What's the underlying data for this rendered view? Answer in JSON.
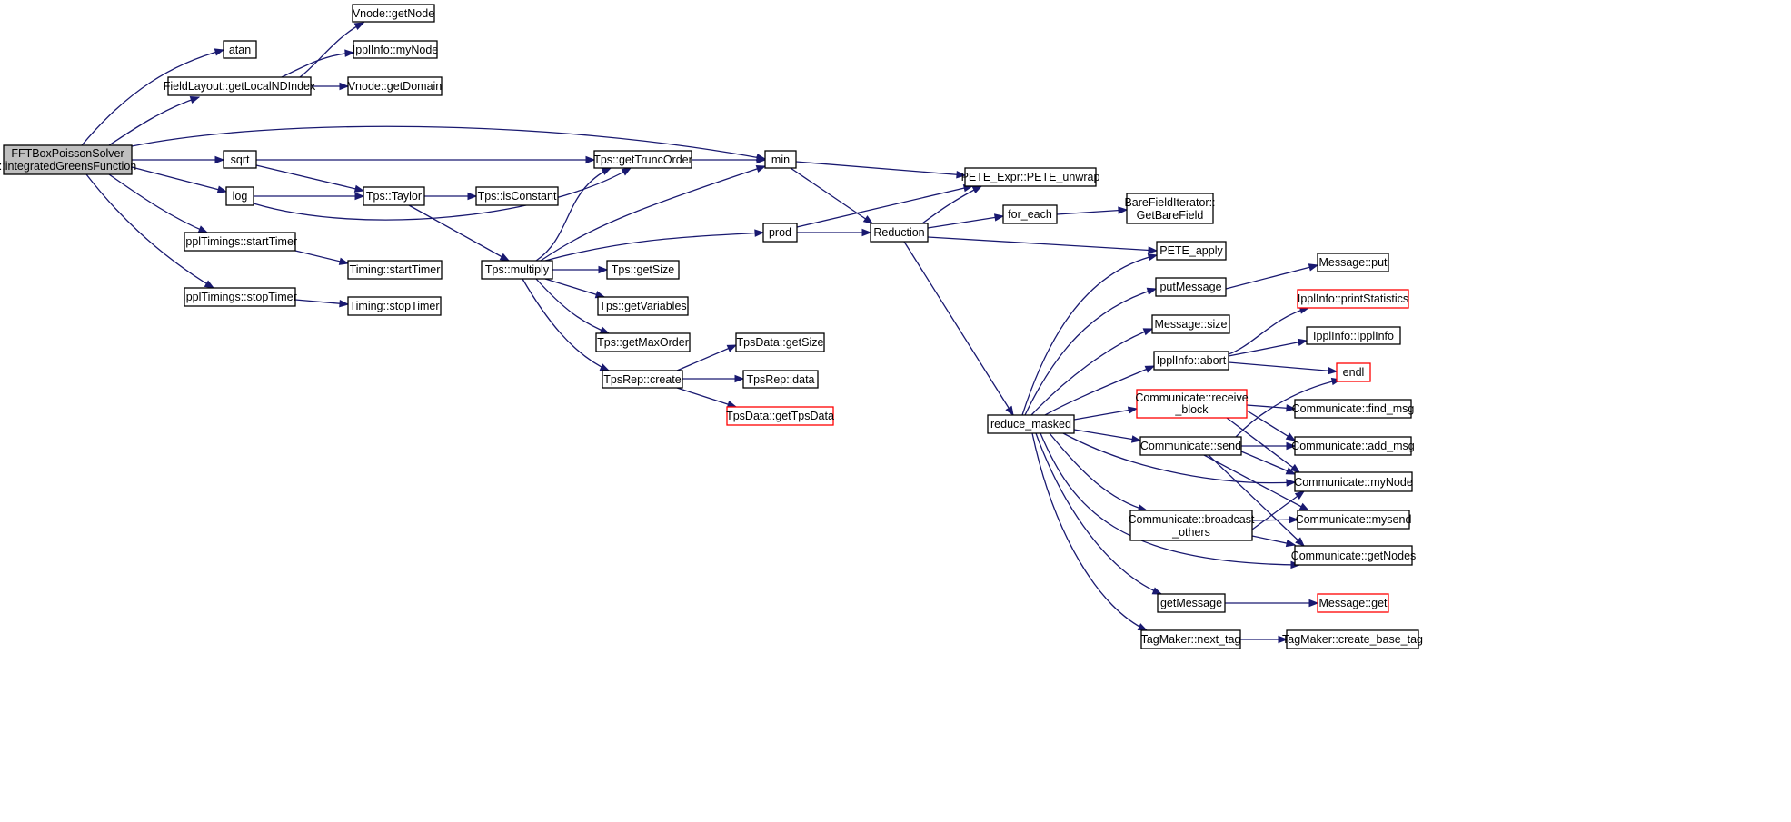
{
  "nodes": {
    "root_l1": "FFTBoxPoissonSolver",
    "root_l2": "::integratedGreensFunction",
    "atan": "atan",
    "fieldlayout": "FieldLayout::getLocalNDIndex",
    "vnode_getnode": "Vnode::getNode",
    "ipplinfo_mynode": "IpplInfo::myNode",
    "vnode_getdomain": "Vnode::getDomain",
    "sqrt": "sqrt",
    "log": "log",
    "timings_start": "IpplTimings::startTimer",
    "timings_stop": "IpplTimings::stopTimer",
    "timing_start": "Timing::startTimer",
    "timing_stop": "Timing::stopTimer",
    "tps_taylor": "Tps::Taylor",
    "tps_isconstant": "Tps::isConstant",
    "tps_gettruncorder": "Tps::getTruncOrder",
    "tps_multiply": "Tps::multiply",
    "tps_getsize": "Tps::getSize",
    "tps_getvariables": "Tps::getVariables",
    "tps_getmaxorder": "Tps::getMaxOrder",
    "tpsrep_create": "TpsRep::create",
    "tpsdata_getsize": "TpsData::getSize",
    "tpsrep_data": "TpsRep::data",
    "tpsdata_gettpsdata": "TpsData::getTpsData",
    "min": "min",
    "prod": "prod",
    "reduction": "Reduction",
    "pete_unwrap": "PETE_Expr::PETE_unwrap",
    "for_each": "for_each",
    "barefield_l1": "BareFieldIterator::",
    "barefield_l2": "GetBareField",
    "pete_apply": "PETE_apply",
    "reduce_masked": "reduce_masked",
    "putmessage": "putMessage",
    "message_put": "Message::put",
    "message_size": "Message::size",
    "ipplinfo_abort": "IpplInfo::abort",
    "ipplinfo_printstats": "IpplInfo::printStatistics",
    "ipplinfo_ipplinfo": "IpplInfo::IpplInfo",
    "endl": "endl",
    "comm_receive_l1": "Communicate::receive",
    "comm_receive_l2": "_block",
    "comm_find_msg": "Communicate::find_msg",
    "comm_send": "Communicate::send",
    "comm_add_msg": "Communicate::add_msg",
    "comm_mynode": "Communicate::myNode",
    "comm_broadcast_l1": "Communicate::broadcast",
    "comm_broadcast_l2": "_others",
    "comm_mysend": "Communicate::mysend",
    "comm_getnodes": "Communicate::getNodes",
    "getmessage": "getMessage",
    "message_get": "Message::get",
    "tagmaker_next": "TagMaker::next_tag",
    "tagmaker_create": "TagMaker::create_base_tag"
  },
  "colors": {
    "edge": "#191970",
    "root_fill": "#bfbfbf",
    "node_border": "#000000",
    "truncated_border": "#ff0000"
  }
}
